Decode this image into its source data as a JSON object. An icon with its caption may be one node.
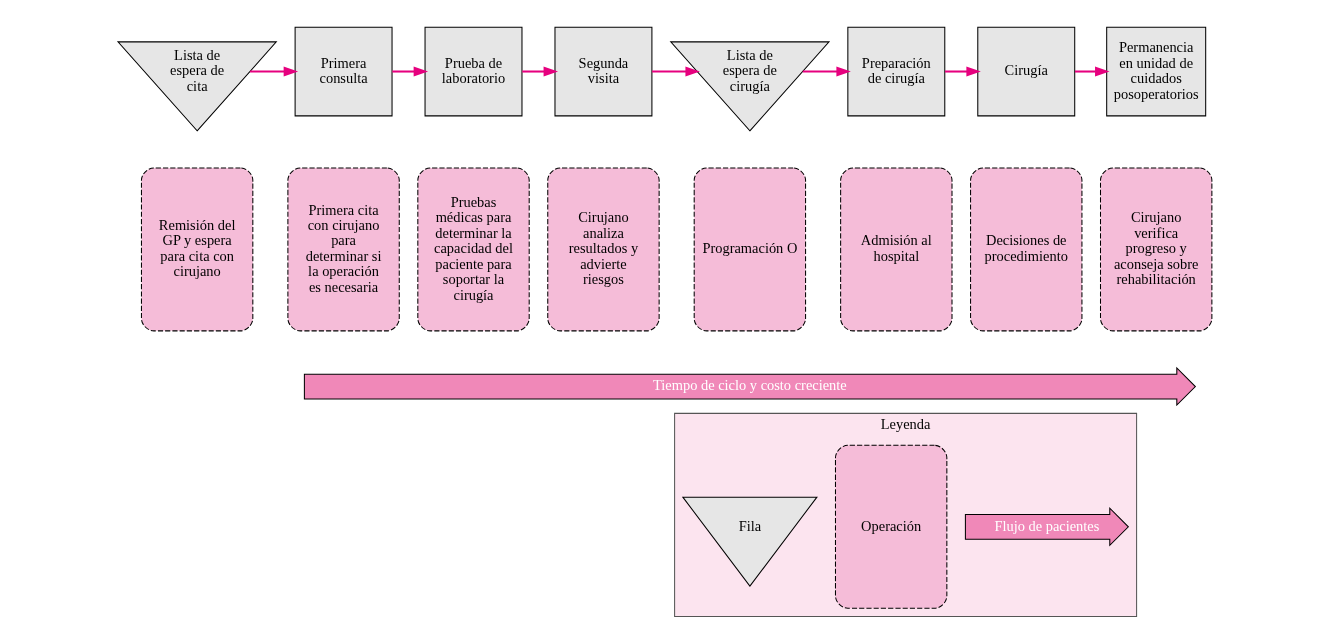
{
  "diagram": {
    "nodes": [
      {
        "text": [
          "Lista de espera de cita"
        ]
      },
      {
        "text": [
          "Primera consulta"
        ]
      },
      {
        "text": [
          "Prueba de laboratorio"
        ]
      },
      {
        "text": [
          "Segunda visita"
        ]
      },
      {
        "text": [
          "Lista de espera de cirugía"
        ]
      },
      {
        "text": [
          "Preparación de cirugía"
        ]
      },
      {
        "text": [
          "Cirugía"
        ]
      },
      {
        "text": [
          "Permanencia en unidad de cuidados posoperatorios"
        ]
      },
      {
        "text": [
          "Remisión del GP y espera para cita con cirujano"
        ]
      },
      {
        "text": [
          "Primera cita con cirujano para determinar si la operación es necesaria"
        ]
      },
      {
        "text": [
          "Pruebas médicas para determinar la capacidad del paciente para soportar la cirugía"
        ]
      },
      {
        "text": [
          "Cirujano analiza resultados y advierte riesgos"
        ]
      },
      {
        "text": [
          "Programación O"
        ]
      },
      {
        "text": [
          "Admisión al hospital"
        ]
      },
      {
        "text": [
          "Decisiones de procedimiento"
        ]
      },
      {
        "text": [
          "Cirujano verifica progreso y aconseja sobre rehabilitación"
        ]
      },
      {
        "text": [
          "Tiempo de ciclo y costo creciente"
        ]
      },
      {
        "text": [
          "Leyenda"
        ]
      },
      {
        "text": [
          "Fila"
        ],
        "in": 17
      },
      {
        "text": [
          "Operación"
        ],
        "in": 17
      },
      {
        "text": [
          "Flujo de pacientes"
        ],
        "in": 17
      }
    ],
    "edges": [
      {
        "from": 0,
        "to": 1,
        "arrow": "to"
      },
      {
        "from": 1,
        "to": 2,
        "arrow": "to"
      },
      {
        "from": 2,
        "to": 3,
        "arrow": "to"
      },
      {
        "from": 3,
        "to": 4,
        "arrow": "to"
      },
      {
        "from": 4,
        "to": 5,
        "arrow": "to"
      },
      {
        "from": 5,
        "to": 6,
        "arrow": "to"
      },
      {
        "from": 6,
        "to": 7,
        "arrow": "to"
      }
    ]
  }
}
